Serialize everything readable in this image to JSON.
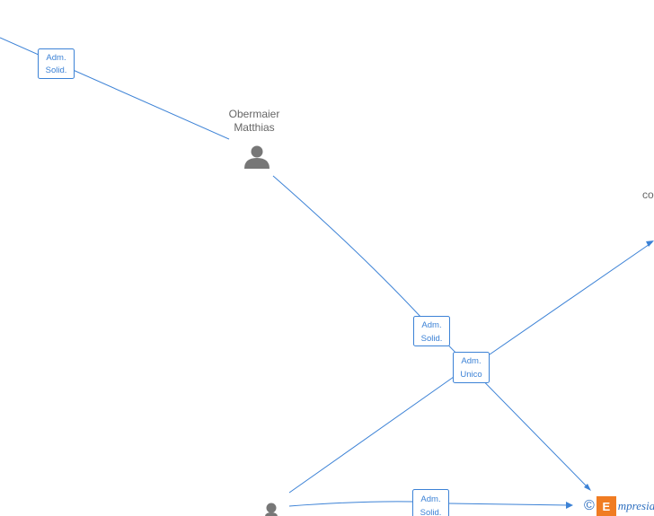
{
  "nodes": {
    "obermaier": {
      "name_line1": "Obermaier",
      "name_line2": "Matthias"
    },
    "truncated_company": {
      "label": "co"
    }
  },
  "edges": {
    "top_left_role": {
      "line1": "Adm.",
      "line2": "Solid."
    },
    "obermaier_role": {
      "line1": "Adm.",
      "line2": "Solid."
    },
    "unico_role": {
      "line1": "Adm.",
      "line2": "Unico"
    },
    "bottom_role": {
      "line1": "Adm.",
      "line2": "Solid."
    }
  },
  "watermark": {
    "symbol": "©",
    "logo_letter": "E",
    "brand": "mpresia"
  },
  "colors": {
    "edge": "#3c82d6",
    "person_icon": "#777777",
    "text": "#666666",
    "logo": "#f07c22"
  }
}
